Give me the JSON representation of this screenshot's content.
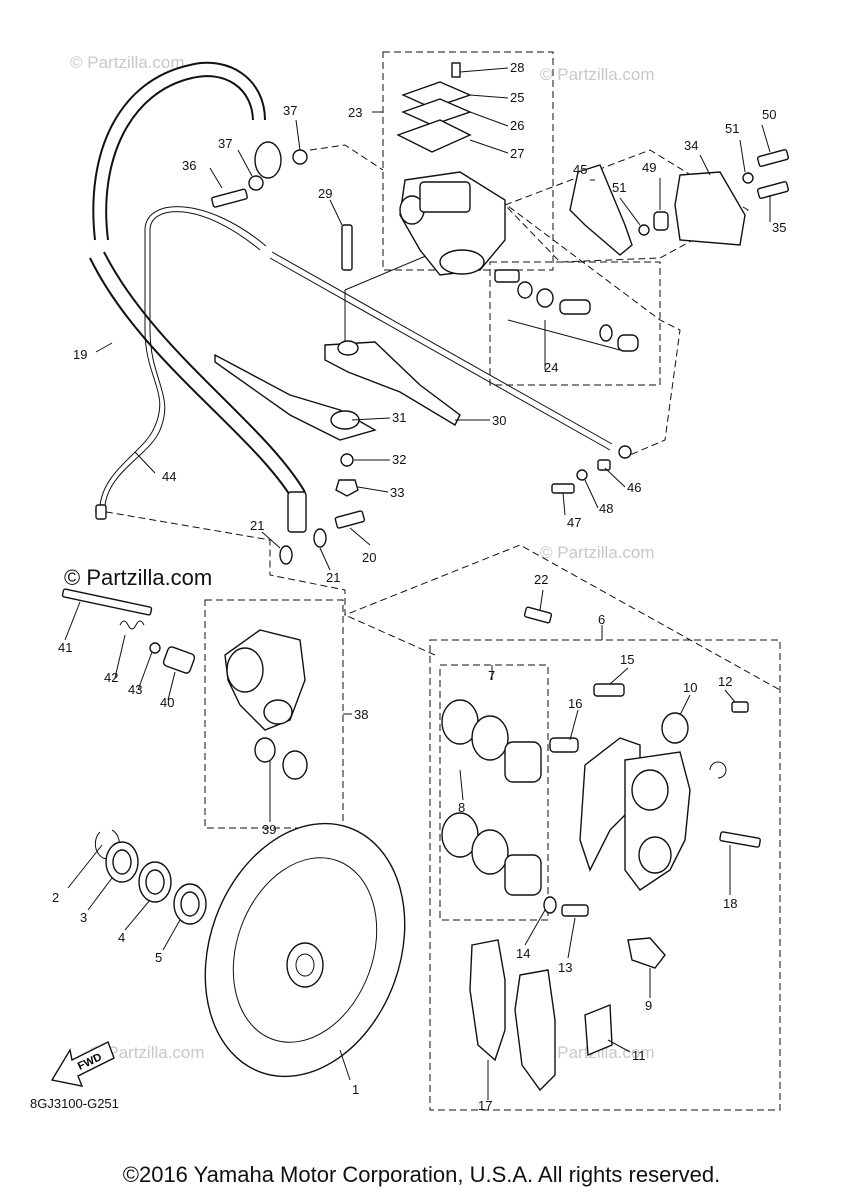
{
  "diagram": {
    "code": "8GJ3100-G251",
    "fwd_label": "FWD",
    "watermark_main": "© Partzilla.com",
    "watermark_faint": "© Partzilla.com",
    "callouts": [
      {
        "id": "1",
        "label": "1"
      },
      {
        "id": "2",
        "label": "2"
      },
      {
        "id": "3",
        "label": "3"
      },
      {
        "id": "4",
        "label": "4"
      },
      {
        "id": "5",
        "label": "5"
      },
      {
        "id": "6",
        "label": "6"
      },
      {
        "id": "7",
        "label": "7"
      },
      {
        "id": "8",
        "label": "8"
      },
      {
        "id": "9",
        "label": "9"
      },
      {
        "id": "10",
        "label": "10"
      },
      {
        "id": "11",
        "label": "11"
      },
      {
        "id": "12",
        "label": "12"
      },
      {
        "id": "13",
        "label": "13"
      },
      {
        "id": "14",
        "label": "14"
      },
      {
        "id": "15",
        "label": "15"
      },
      {
        "id": "16",
        "label": "16"
      },
      {
        "id": "17",
        "label": "17"
      },
      {
        "id": "18",
        "label": "18"
      },
      {
        "id": "19",
        "label": "19"
      },
      {
        "id": "20",
        "label": "20"
      },
      {
        "id": "21a",
        "label": "21"
      },
      {
        "id": "21b",
        "label": "21"
      },
      {
        "id": "22",
        "label": "22"
      },
      {
        "id": "23",
        "label": "23"
      },
      {
        "id": "24",
        "label": "24"
      },
      {
        "id": "25",
        "label": "25"
      },
      {
        "id": "26",
        "label": "26"
      },
      {
        "id": "27",
        "label": "27"
      },
      {
        "id": "28",
        "label": "28"
      },
      {
        "id": "29",
        "label": "29"
      },
      {
        "id": "30",
        "label": "30"
      },
      {
        "id": "31",
        "label": "31"
      },
      {
        "id": "32",
        "label": "32"
      },
      {
        "id": "33",
        "label": "33"
      },
      {
        "id": "34",
        "label": "34"
      },
      {
        "id": "35",
        "label": "35"
      },
      {
        "id": "36",
        "label": "36"
      },
      {
        "id": "37a",
        "label": "37"
      },
      {
        "id": "37b",
        "label": "37"
      },
      {
        "id": "38",
        "label": "38"
      },
      {
        "id": "39",
        "label": "39"
      },
      {
        "id": "40",
        "label": "40"
      },
      {
        "id": "41",
        "label": "41"
      },
      {
        "id": "42",
        "label": "42"
      },
      {
        "id": "43",
        "label": "43"
      },
      {
        "id": "44",
        "label": "44"
      },
      {
        "id": "45",
        "label": "45"
      },
      {
        "id": "46",
        "label": "46"
      },
      {
        "id": "47",
        "label": "47"
      },
      {
        "id": "48",
        "label": "48"
      },
      {
        "id": "49",
        "label": "49"
      },
      {
        "id": "50",
        "label": "50"
      },
      {
        "id": "51a",
        "label": "51"
      },
      {
        "id": "51b",
        "label": "51"
      }
    ]
  },
  "footer": {
    "copyright": "©2016 Yamaha Motor Corporation, U.S.A. All rights reserved."
  }
}
